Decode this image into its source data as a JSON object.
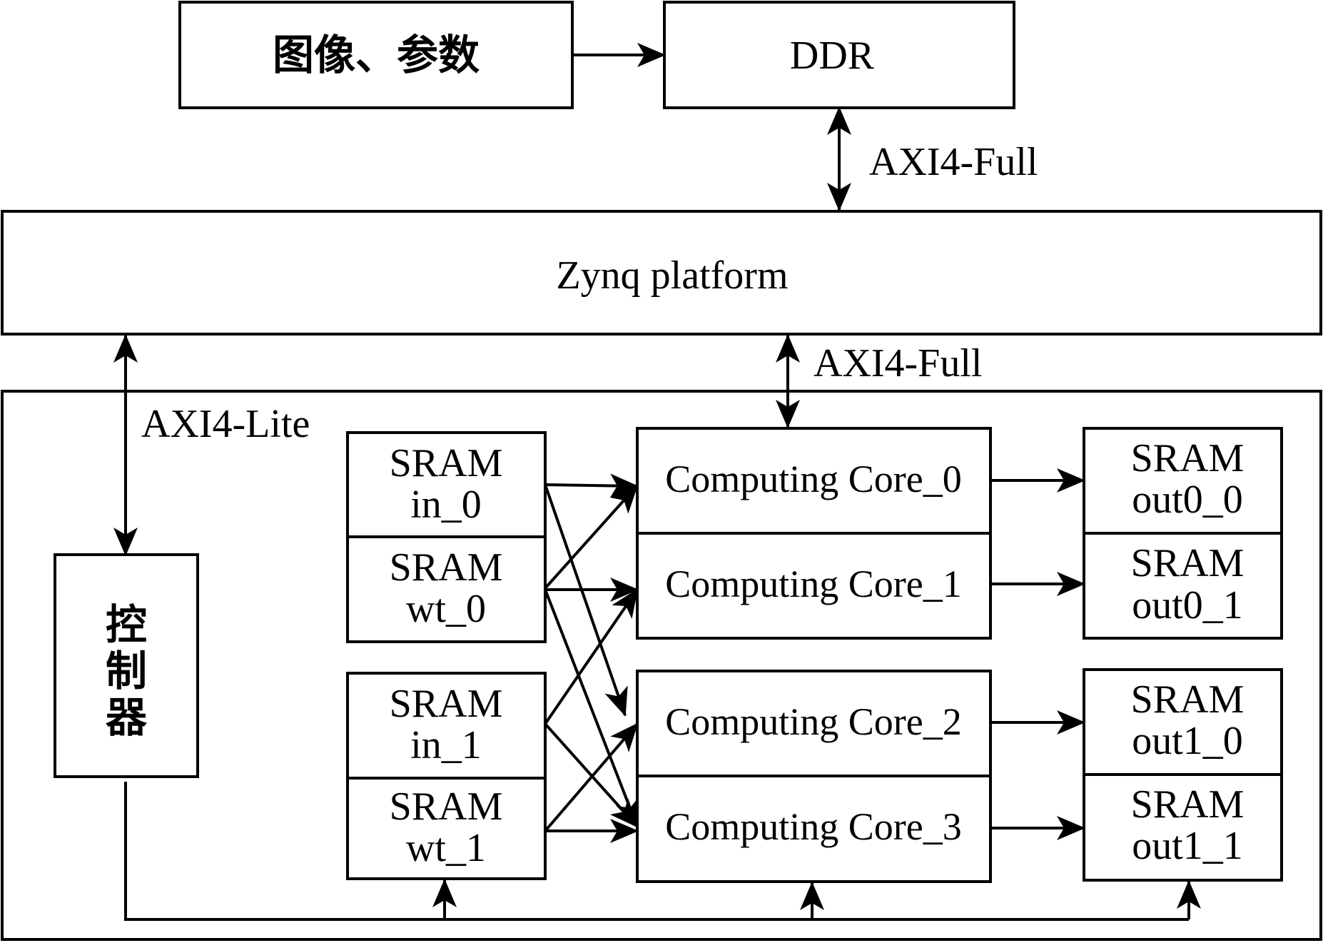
{
  "blocks": {
    "image_params": "图像、参数",
    "ddr": "DDR",
    "zynq": "Zynq platform",
    "controller": [
      "控",
      "制",
      "器"
    ],
    "sram_in_0": [
      "SRAM",
      "in_0"
    ],
    "sram_wt_0": [
      "SRAM",
      "wt_0"
    ],
    "sram_in_1": [
      "SRAM",
      "in_1"
    ],
    "sram_wt_1": [
      "SRAM",
      "wt_1"
    ],
    "core_0": "Computing Core_0",
    "core_1": "Computing Core_1",
    "core_2": "Computing Core_2",
    "core_3": "Computing Core_3",
    "sram_out0_0": [
      "SRAM",
      "out0_0"
    ],
    "sram_out0_1": [
      "SRAM",
      "out0_1"
    ],
    "sram_out1_0": [
      "SRAM",
      "out1_0"
    ],
    "sram_out1_1": [
      "SRAM",
      "out1_1"
    ]
  },
  "links": {
    "ddr_zynq": "AXI4-Full",
    "zynq_cores": "AXI4-Full",
    "zynq_controller": "AXI4-Lite"
  }
}
